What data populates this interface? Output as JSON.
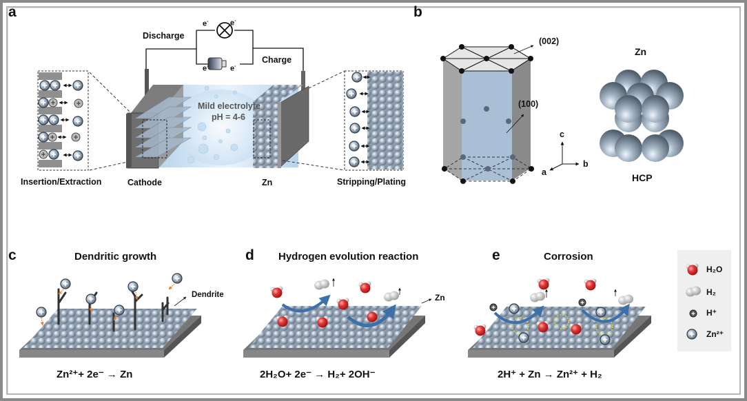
{
  "panels": {
    "a": {
      "letter": "a",
      "discharge": "Discharge",
      "charge": "Charge",
      "electron": "e",
      "electron_sup": "-",
      "electrolyte_line1": "Mild electrolyte",
      "electrolyte_line2": "pH =  4-6",
      "insertion_label": "Insertion/Extraction",
      "cathode_label": "Cathode",
      "zn_label": "Zn",
      "stripping_label": "Stripping/Plating"
    },
    "b": {
      "letter": "b",
      "plane_002": "(002)",
      "plane_100": "(100)",
      "axis_a": "a",
      "axis_b": "b",
      "axis_c": "c",
      "zn_title": "Zn",
      "hcp_label": "HCP"
    },
    "c": {
      "letter": "c",
      "title": "Dendritic growth",
      "dendrite_label": "Dendrite",
      "equation": "Zn²⁺+ 2e⁻ → Zn"
    },
    "d": {
      "letter": "d",
      "title": "Hydrogen evolution reaction",
      "zn_label": "Zn",
      "equation": "2H₂O+ 2e⁻ → H₂+ 2OH⁻"
    },
    "e": {
      "letter": "e",
      "title": "Corrosion",
      "equation": "2H⁺ + Zn → Zn²⁺ + H₂"
    }
  },
  "legend": {
    "items": [
      {
        "icon": "water-molecule-icon",
        "label": "H₂O"
      },
      {
        "icon": "hydrogen-molecule-icon",
        "label": "H₂"
      },
      {
        "icon": "proton-icon",
        "label": "H⁺"
      },
      {
        "icon": "zinc-ion-icon",
        "label": "Zn²⁺"
      }
    ]
  },
  "colors": {
    "zn_sphere": "#9fb0c2",
    "water_red": "#e03030",
    "electrolyte_blue": "#cfe4f5",
    "hcp_face_blue": "#a9bfd6",
    "reaction_arrow_blue": "#3d6fa8",
    "dendrite_arrow_orange": "#e57a2e",
    "corrosion_ring_yellow": "#e8d820"
  }
}
